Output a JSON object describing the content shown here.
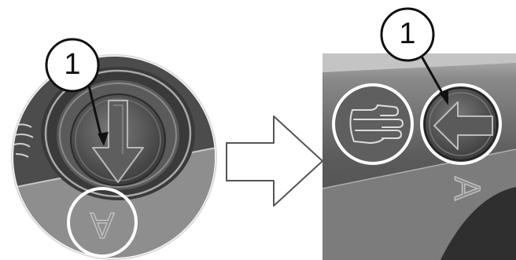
{
  "left_view": {
    "callout_number": "1",
    "panel_letter": "A"
  },
  "transition": {
    "arrow": "right-arrow-icon"
  },
  "right_view": {
    "callout_number": "1",
    "panel_letter": "A",
    "symbol": "hand-icon"
  },
  "colors": {
    "highlight_ring": "#ffffff",
    "callout_stroke": "#111111",
    "panel_dark": "#4a4a4a",
    "panel_light": "#9a9a9a"
  }
}
